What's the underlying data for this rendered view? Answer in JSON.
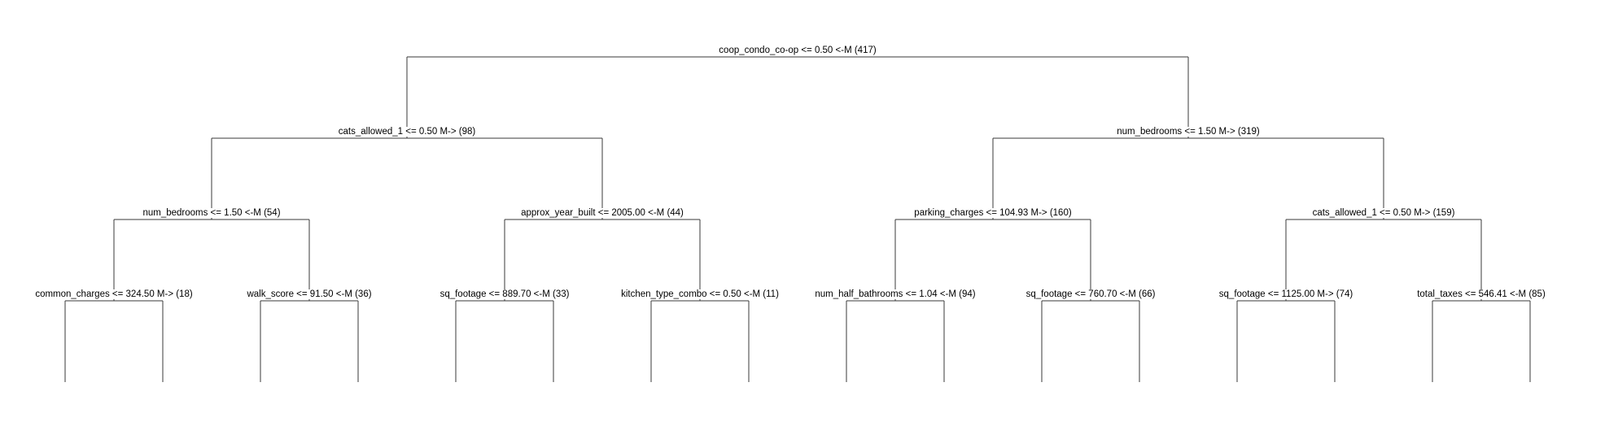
{
  "tree": {
    "label": "coop_condo_co-op <= 0.50 <-M (417)",
    "children": [
      {
        "label": "cats_allowed_1 <= 0.50 M-> (98)",
        "children": [
          {
            "label": "num_bedrooms <= 1.50 <-M (54)",
            "children": [
              {
                "label": "common_charges <= 324.50 M-> (18)"
              },
              {
                "label": "walk_score <= 91.50 <-M (36)"
              }
            ]
          },
          {
            "label": "approx_year_built <= 2005.00 <-M (44)",
            "children": [
              {
                "label": "sq_footage <= 889.70 <-M (33)"
              },
              {
                "label": "kitchen_type_combo <= 0.50 <-M (11)"
              }
            ]
          }
        ]
      },
      {
        "label": "num_bedrooms <= 1.50 M-> (319)",
        "children": [
          {
            "label": "parking_charges <= 104.93 M-> (160)",
            "children": [
              {
                "label": "num_half_bathrooms <= 1.04 <-M (94)"
              },
              {
                "label": "sq_footage <= 760.70 <-M (66)"
              }
            ]
          },
          {
            "label": "cats_allowed_1 <= 0.50 M-> (159)",
            "children": [
              {
                "label": "sq_footage <= 1125.00 M-> (74)"
              },
              {
                "label": "total_taxes <= 546.41 <-M (85)"
              }
            ]
          }
        ]
      }
    ]
  },
  "colors": {
    "edge": "#3a3a3a",
    "text": "#000000",
    "background": "#ffffff"
  }
}
